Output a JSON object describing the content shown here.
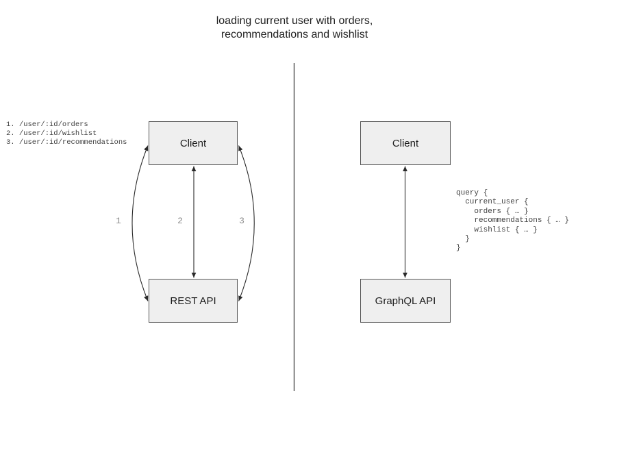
{
  "title": "loading current user with orders,\nrecommendations and wishlist",
  "left_panel": {
    "endpoints": [
      "1. /user/:id/orders",
      "2. /user/:id/wishlist",
      "3. /user/:id/recommendations"
    ],
    "client_label": "Client",
    "api_label": "REST API",
    "arrow_labels": [
      "1",
      "2",
      "3"
    ]
  },
  "right_panel": {
    "client_label": "Client",
    "api_label": "GraphQL API",
    "query": [
      "query {",
      "  current_user {",
      "    orders { … }",
      "    recommendations { … }",
      "    wishlist { … }",
      "  }",
      "}"
    ]
  },
  "colors": {
    "node_fill": "#efefef",
    "node_border": "#565656",
    "connector": "#2a2a2a",
    "divider": "#4d4d4d",
    "arrow_label_text": "#8c8c8c",
    "code_text": "#424242",
    "title_text": "#212121"
  }
}
